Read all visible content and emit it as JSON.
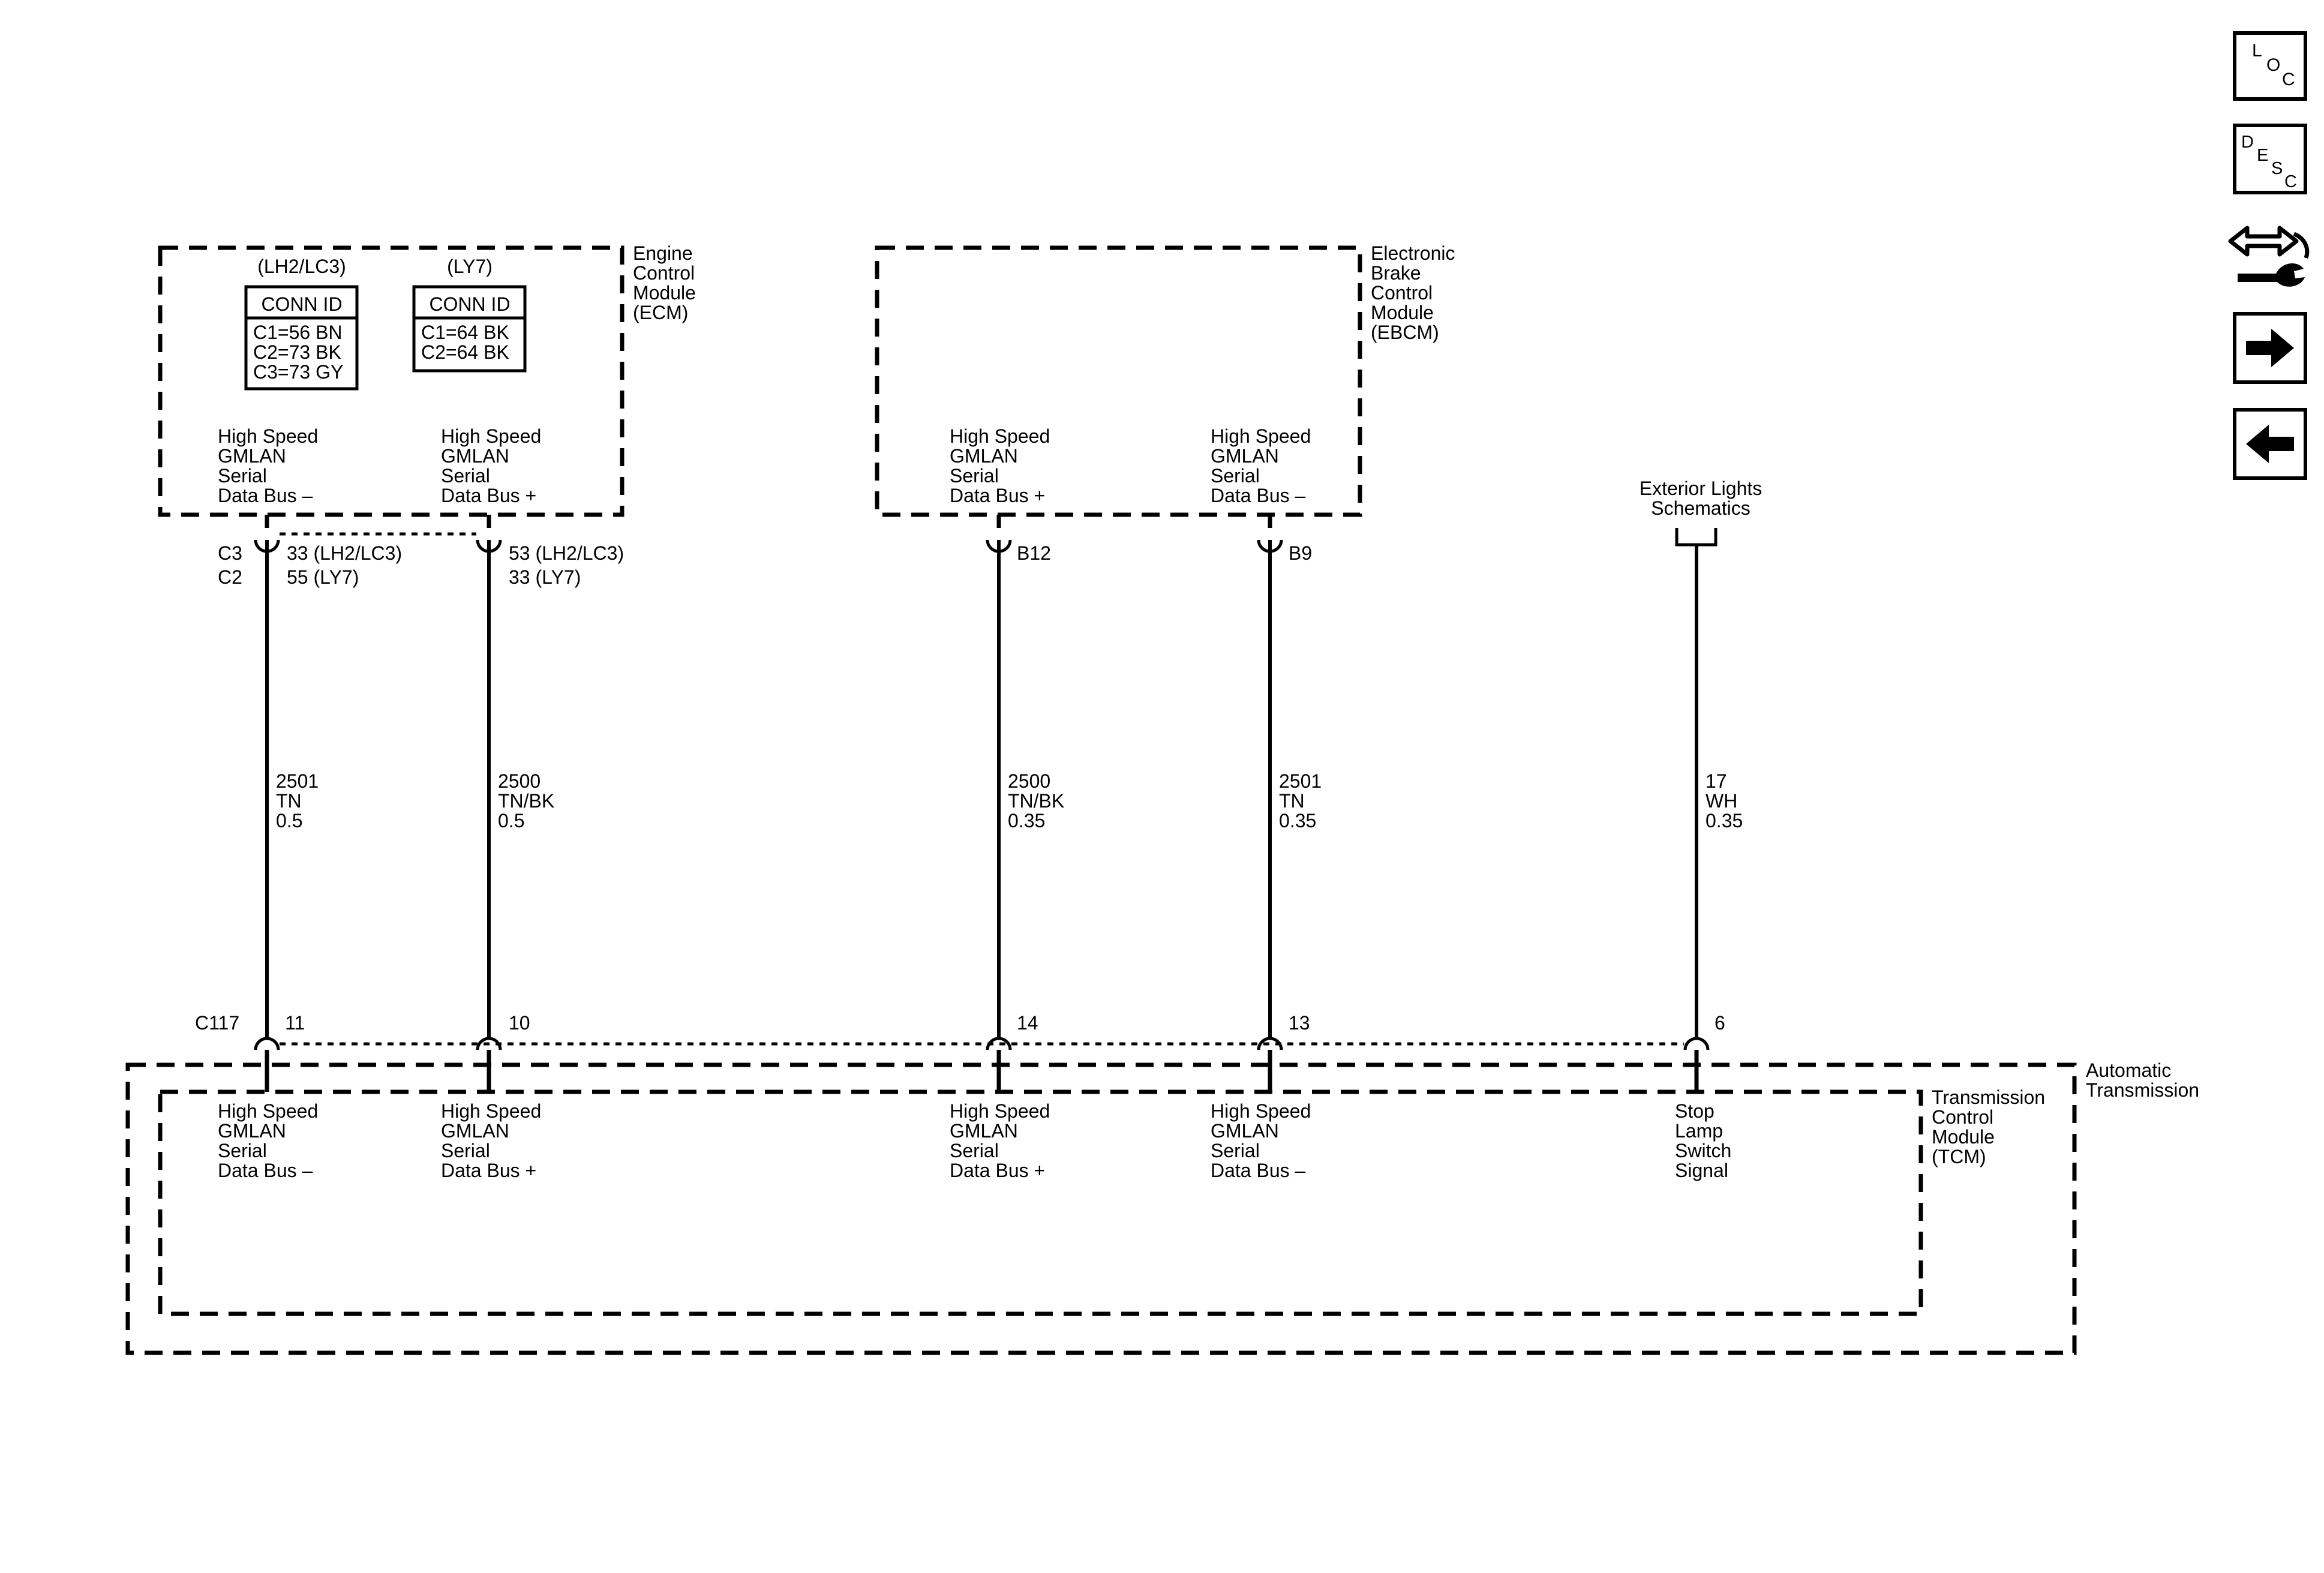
{
  "modules": {
    "ecm": {
      "name": [
        "Engine",
        "Control",
        "Module",
        "(ECM)"
      ]
    },
    "ebcm": {
      "name": [
        "Electronic",
        "Brake",
        "Control",
        "Module",
        "(EBCM)"
      ]
    },
    "trans": {
      "name": [
        "Automatic",
        "Transmission"
      ]
    },
    "tcm": {
      "name": [
        "Transmission",
        "Control",
        "Module",
        "(TCM)"
      ]
    }
  },
  "conn_ids": [
    {
      "variant": "(LH2/LC3)",
      "header": "CONN ID",
      "rows": [
        "C1=56 BN",
        "C2=73 BK",
        "C3=73 GY"
      ]
    },
    {
      "variant": "(LY7)",
      "header": "CONN ID",
      "rows": [
        "C1=64 BK",
        "C2=64 BK"
      ]
    }
  ],
  "ecm_pins": {
    "connectors": [
      "C3",
      "C2"
    ],
    "bus_minus": [
      "33 (LH2/LC3)",
      "55 (LY7)"
    ],
    "bus_plus": [
      "53 (LH2/LC3)",
      "33 (LY7)"
    ]
  },
  "ebcm_pins": {
    "bus_plus": "B12",
    "bus_minus": "B9"
  },
  "reference": [
    "Exterior Lights",
    "Schematics"
  ],
  "c117": {
    "label": "C117",
    "pins": [
      "11",
      "10",
      "14",
      "13",
      "6"
    ]
  },
  "circuits": [
    [
      "2501",
      "TN",
      "0.5"
    ],
    [
      "2500",
      "TN/BK",
      "0.5"
    ],
    [
      "2500",
      "TN/BK",
      "0.35"
    ],
    [
      "2501",
      "TN",
      "0.35"
    ],
    [
      "17",
      "WH",
      "0.35"
    ]
  ],
  "signals": {
    "ecm_minus": [
      "High Speed",
      "GMLAN",
      "Serial",
      "Data Bus –"
    ],
    "ecm_plus": [
      "High Speed",
      "GMLAN",
      "Serial",
      "Data Bus +"
    ],
    "ebcm_plus": [
      "High Speed",
      "GMLAN",
      "Serial",
      "Data Bus +"
    ],
    "ebcm_minus": [
      "High Speed",
      "GMLAN",
      "Serial",
      "Data Bus –"
    ],
    "tcm_ecm_minus": [
      "High Speed",
      "GMLAN",
      "Serial",
      "Data Bus –"
    ],
    "tcm_ecm_plus": [
      "High Speed",
      "GMLAN",
      "Serial",
      "Data Bus +"
    ],
    "tcm_ebcm_plus": [
      "High Speed",
      "GMLAN",
      "Serial",
      "Data Bus +"
    ],
    "tcm_ebcm_minus": [
      "High Speed",
      "GMLAN",
      "Serial",
      "Data Bus –"
    ],
    "tcm_stop": [
      "Stop",
      "Lamp",
      "Switch",
      "Signal"
    ]
  },
  "nav_buttons": {
    "loc": [
      "L",
      "O",
      "C"
    ],
    "desc": [
      "D",
      "E",
      "S",
      "C"
    ],
    "icons": [
      "tool-icon",
      "arrow-right-icon",
      "arrow-left-icon"
    ]
  }
}
